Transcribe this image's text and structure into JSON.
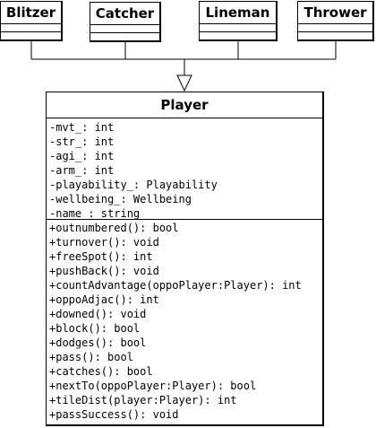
{
  "subclasses": [
    {
      "name": "Blitzer"
    },
    {
      "name": "Catcher"
    },
    {
      "name": "Lineman"
    },
    {
      "name": "Thrower"
    }
  ],
  "player": {
    "name": "Player",
    "attributes": [
      "-mvt_: int",
      "-str_: int",
      "-agi_: int",
      "-arm_: int",
      "-playability_: Playability",
      "-wellbeing_: Wellbeing",
      "-name_: string"
    ],
    "methods": [
      "+outnumbered(): bool",
      "+turnover(): void",
      "+freeSpot(): int",
      "+pushBack(): void",
      "+countAdvantage(oppoPlayer:Player): int",
      "+oppoAdjac(): int",
      "+downed(): void",
      "+block(): bool",
      "+dodges(): bool",
      "+pass(): bool",
      "+catches(): bool",
      "+nextTo(oppoPlayer:Player): bool",
      "+tileDist(player:Player): int",
      "+passSuccess(): void"
    ]
  }
}
